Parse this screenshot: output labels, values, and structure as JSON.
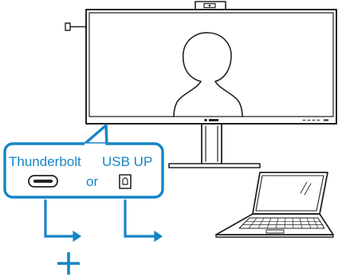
{
  "ports": {
    "thunderbolt_label": "Thunderbolt",
    "usb_up_label": "USB UP",
    "or_label": "or"
  },
  "icons": [
    "webcam-icon",
    "person-silhouette-icon",
    "monitor-icon",
    "laptop-icon",
    "usb-c-port-icon",
    "usb-b-port-icon",
    "arrow-right-icon",
    "plus-icon"
  ],
  "colors": {
    "accent": "#1585c6",
    "line": "#222222",
    "background": "#ffffff"
  }
}
